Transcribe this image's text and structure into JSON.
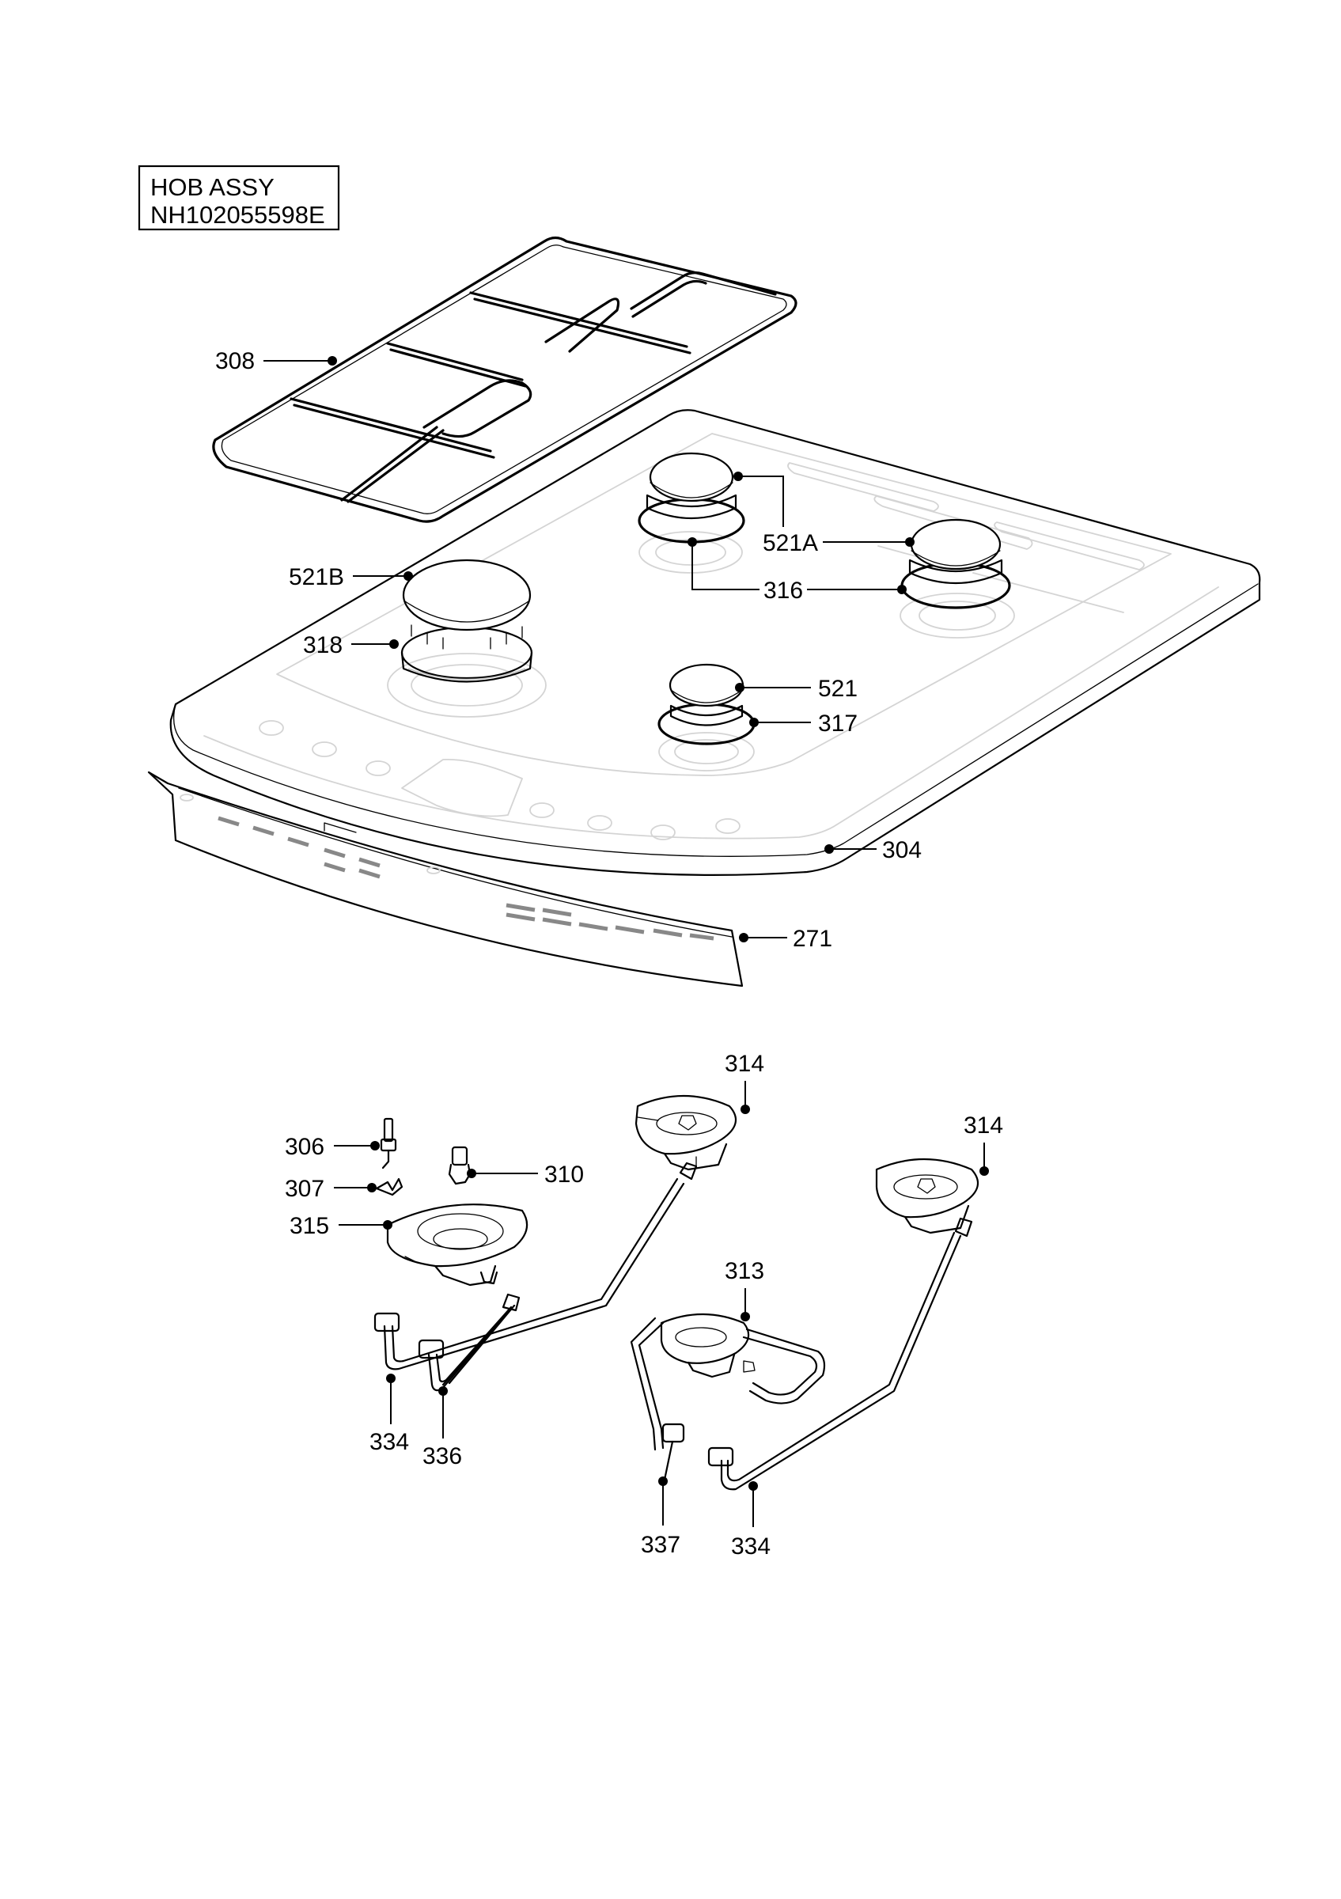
{
  "title_box": {
    "line1": "HOB ASSY",
    "line2": "NH102055598E"
  },
  "callouts": [
    {
      "id": "c308",
      "text": "308"
    },
    {
      "id": "c521A",
      "text": "521A"
    },
    {
      "id": "c316",
      "text": "316"
    },
    {
      "id": "c521B",
      "text": "521B"
    },
    {
      "id": "c318",
      "text": "318"
    },
    {
      "id": "c521",
      "text": "521"
    },
    {
      "id": "c317",
      "text": "317"
    },
    {
      "id": "c304",
      "text": "304"
    },
    {
      "id": "c271",
      "text": "271"
    },
    {
      "id": "c314a",
      "text": "314"
    },
    {
      "id": "c314b",
      "text": "314"
    },
    {
      "id": "c306",
      "text": "306"
    },
    {
      "id": "c310",
      "text": "310"
    },
    {
      "id": "c307",
      "text": "307"
    },
    {
      "id": "c315",
      "text": "315"
    },
    {
      "id": "c313",
      "text": "313"
    },
    {
      "id": "c334a",
      "text": "334"
    },
    {
      "id": "c336",
      "text": "336"
    },
    {
      "id": "c337",
      "text": "337"
    },
    {
      "id": "c334b",
      "text": "334"
    }
  ]
}
